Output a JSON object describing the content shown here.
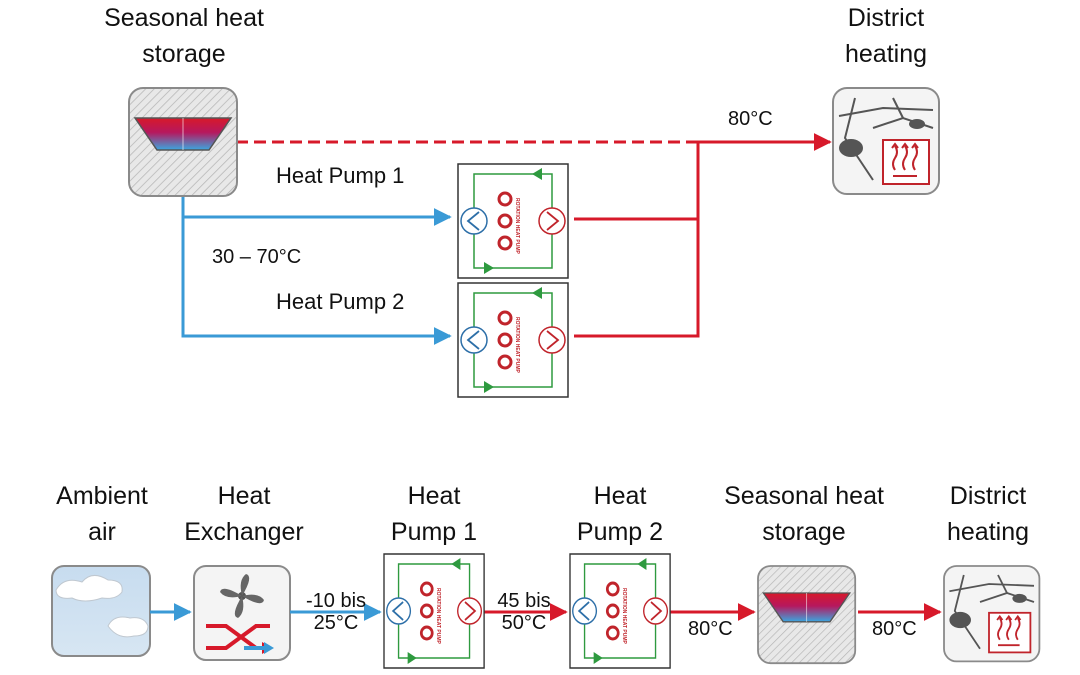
{
  "top": {
    "storage_label": [
      "Seasonal heat",
      "storage"
    ],
    "district_label": [
      "District",
      "heating"
    ],
    "hp1_label": "Heat Pump 1",
    "hp2_label": "Heat Pump 2",
    "supply_temp": "80°C",
    "source_temp": "30 – 70°C"
  },
  "bottom": {
    "ambient_label": [
      "Ambient",
      "air"
    ],
    "hx_label": [
      "Heat",
      "Exchanger"
    ],
    "hp1_label": [
      "Heat",
      "Pump 1"
    ],
    "hp2_label": [
      "Heat",
      "Pump 2"
    ],
    "storage_label": [
      "Seasonal heat",
      "storage"
    ],
    "district_label": [
      "District",
      "heating"
    ],
    "temp_hx_hp1": [
      "-10 bis",
      "25°C"
    ],
    "temp_hp1_hp2": [
      "45 bis",
      "50°C"
    ],
    "temp_hp2_storage": "80°C",
    "temp_storage_district": "80°C"
  },
  "heat_pump_text": "ROTATION HEAT PUMP",
  "colors": {
    "hot": "#d7192a",
    "cold": "#3a9ad6",
    "cycle": "#2e9a3f",
    "icon_border": "#8a8a8a"
  }
}
